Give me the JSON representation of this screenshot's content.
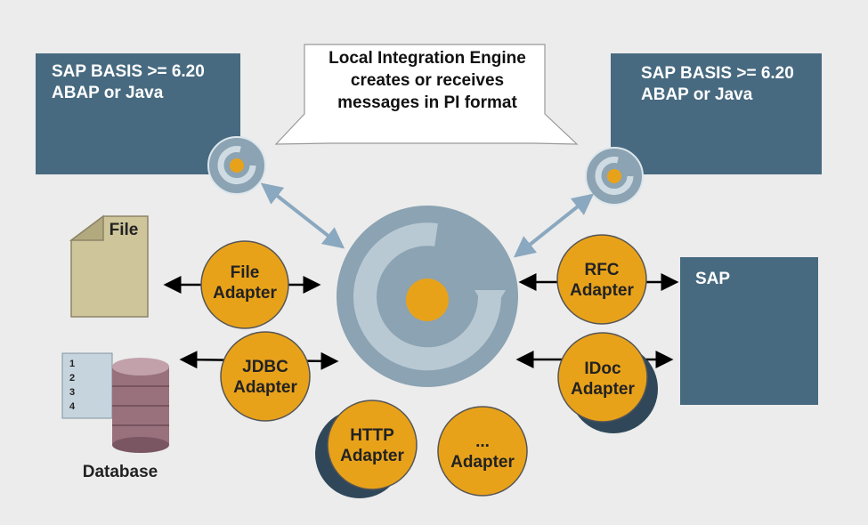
{
  "callout": {
    "text": "Local Integration Engine\ncreates or receives\nmessages in PI format"
  },
  "left_system": {
    "line1": "SAP BASIS >= 6.20",
    "line2": "ABAP or Java"
  },
  "right_system": {
    "line1": "SAP BASIS >= 6.20",
    "line2": "ABAP or Java"
  },
  "sap_box": {
    "label": "SAP"
  },
  "file_icon": {
    "label": "File"
  },
  "database_icon": {
    "label": "Database",
    "rows": [
      "1",
      "2",
      "3",
      "4"
    ]
  },
  "adapters": {
    "file": "File\nAdapter",
    "jdbc": "JDBC\nAdapter",
    "http": "HTTP\nAdapter",
    "more": "...\nAdapter",
    "rfc": "RFC\nAdapter",
    "idoc": "IDoc\nAdapter"
  },
  "colors": {
    "background": "#ececec",
    "system_box": "#476a80",
    "adapter": "#e8a21a",
    "engine": "#8ba3b2"
  }
}
